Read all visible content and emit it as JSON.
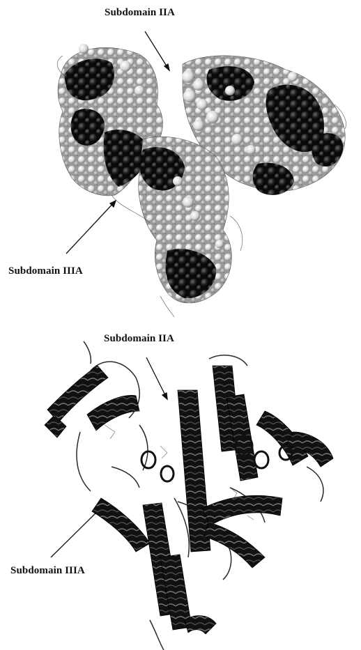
{
  "panels": [
    {
      "label_top": "Subdomain IIA",
      "label_bottom": "Subdomain IIIA",
      "style": "space-filling",
      "colors": {
        "dark": "#111111",
        "mid": "#8a8a8a",
        "light": "#e2e2e2"
      }
    },
    {
      "label_top": "Subdomain IIA",
      "label_bottom": "Subdomain IIIA",
      "style": "ribbon",
      "colors": {
        "helix": "#111111",
        "loop": "#333333"
      }
    }
  ]
}
